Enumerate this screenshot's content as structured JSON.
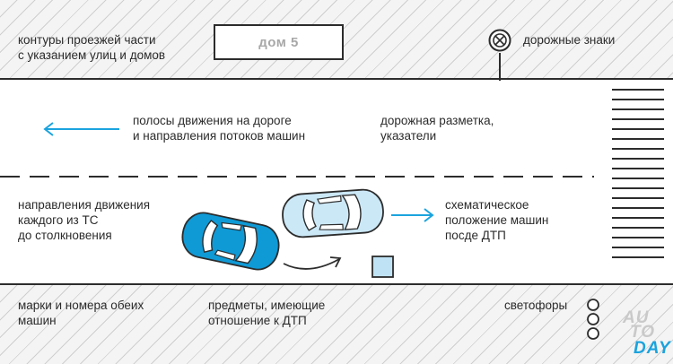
{
  "labels": {
    "road_contours": "контуры проезжей части\nс указанием улиц и домов",
    "road_signs": "дорожные знаки",
    "lanes": "полосы движения на дороге\nи направления потоков машин",
    "markings": "дорожная разметка,\nуказатели",
    "vehicle_directions": "направления движения\nкаждого из ТС\nдо столкновения",
    "post_positions": "схематическое\nположение машин\nпосде ДТП",
    "plates": "марки и номера обеих\nмашин",
    "objects": "предметы, имеющие\nотношение к ДТП",
    "traffic_lights": "светофоры"
  },
  "house": {
    "label": "дом 5"
  },
  "watermark": {
    "line1": "AU",
    "line2a": "TO",
    "line2b": "DAY"
  },
  "icons": {
    "road_sign": "prohibition-sign-icon",
    "traffic_light": "traffic-light-icon",
    "arrow_left": "arrow-left-icon",
    "arrow_right": "arrow-right-icon",
    "curved_arrow": "curved-arrow-icon"
  },
  "colors": {
    "accent_blue": "#1aa3de",
    "light_blue": "#bfe3f5",
    "car_dark": "#0f9ad6",
    "car_light": "#cbe8f7",
    "line": "#2c2c2c",
    "text": "#2b2b2b"
  }
}
